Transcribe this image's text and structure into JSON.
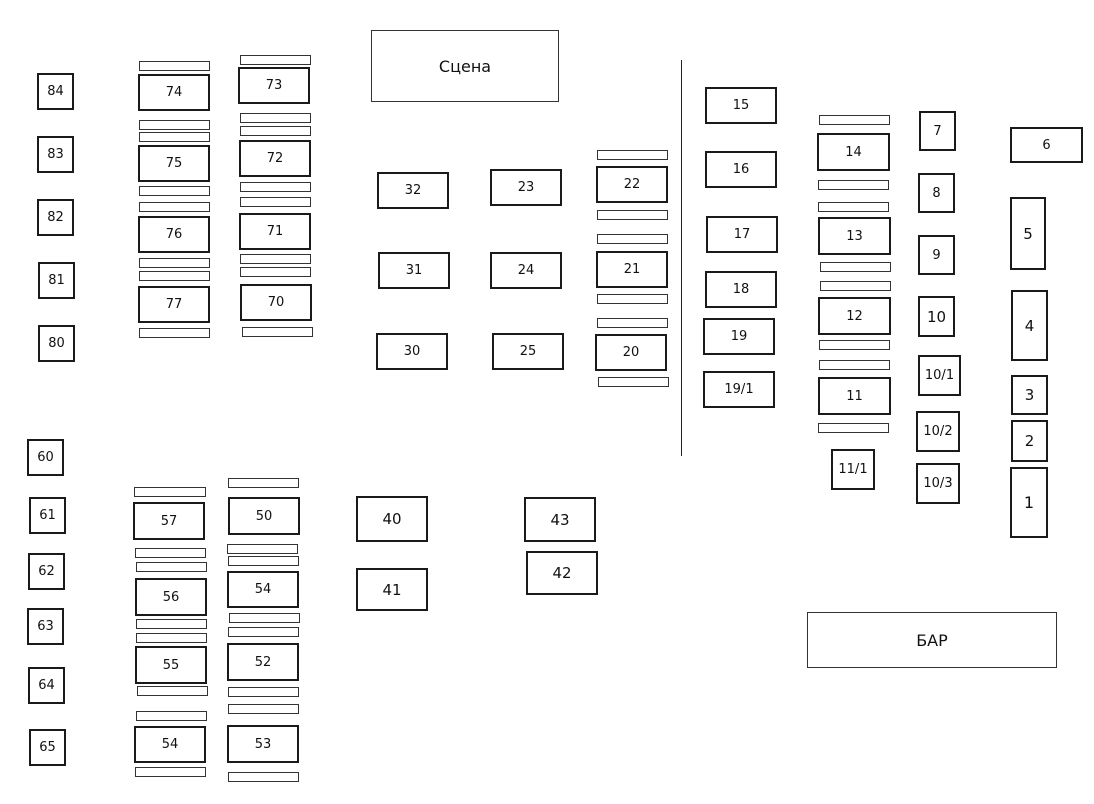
{
  "zones": {
    "stage": "Сцена",
    "bar": "БАР"
  },
  "tables": [
    {
      "id": "t84",
      "label": "84"
    },
    {
      "id": "t83",
      "label": "83"
    },
    {
      "id": "t82",
      "label": "82"
    },
    {
      "id": "t81",
      "label": "81"
    },
    {
      "id": "t80",
      "label": "80"
    },
    {
      "id": "t74",
      "label": "74"
    },
    {
      "id": "t75",
      "label": "75"
    },
    {
      "id": "t76",
      "label": "76"
    },
    {
      "id": "t77",
      "label": "77"
    },
    {
      "id": "t73",
      "label": "73"
    },
    {
      "id": "t72",
      "label": "72"
    },
    {
      "id": "t71",
      "label": "71"
    },
    {
      "id": "t70",
      "label": "70"
    },
    {
      "id": "t32",
      "label": "32"
    },
    {
      "id": "t31",
      "label": "31"
    },
    {
      "id": "t30",
      "label": "30"
    },
    {
      "id": "t23",
      "label": "23"
    },
    {
      "id": "t24",
      "label": "24"
    },
    {
      "id": "t25",
      "label": "25"
    },
    {
      "id": "t22",
      "label": "22"
    },
    {
      "id": "t21",
      "label": "21"
    },
    {
      "id": "t20",
      "label": "20"
    },
    {
      "id": "t15",
      "label": "15"
    },
    {
      "id": "t16",
      "label": "16"
    },
    {
      "id": "t17",
      "label": "17"
    },
    {
      "id": "t18",
      "label": "18"
    },
    {
      "id": "t19",
      "label": "19"
    },
    {
      "id": "t19_1",
      "label": "19/1"
    },
    {
      "id": "t14",
      "label": "14"
    },
    {
      "id": "t13",
      "label": "13"
    },
    {
      "id": "t12",
      "label": "12"
    },
    {
      "id": "t11",
      "label": "11"
    },
    {
      "id": "t11_1",
      "label": "11/1"
    },
    {
      "id": "t7",
      "label": "7"
    },
    {
      "id": "t8",
      "label": "8"
    },
    {
      "id": "t9",
      "label": "9"
    },
    {
      "id": "t10",
      "label": "10"
    },
    {
      "id": "t10_1",
      "label": "10/1"
    },
    {
      "id": "t10_2",
      "label": "10/2"
    },
    {
      "id": "t10_3",
      "label": "10/3"
    },
    {
      "id": "t6",
      "label": "6"
    },
    {
      "id": "t5",
      "label": "5"
    },
    {
      "id": "t4",
      "label": "4"
    },
    {
      "id": "t3",
      "label": "3"
    },
    {
      "id": "t2",
      "label": "2"
    },
    {
      "id": "t1",
      "label": "1"
    },
    {
      "id": "t60",
      "label": "60"
    },
    {
      "id": "t61",
      "label": "61"
    },
    {
      "id": "t62",
      "label": "62"
    },
    {
      "id": "t63",
      "label": "63"
    },
    {
      "id": "t64",
      "label": "64"
    },
    {
      "id": "t65",
      "label": "65"
    },
    {
      "id": "t57",
      "label": "57"
    },
    {
      "id": "t56",
      "label": "56"
    },
    {
      "id": "t55",
      "label": "55"
    },
    {
      "id": "t54a",
      "label": "54"
    },
    {
      "id": "t50",
      "label": "50"
    },
    {
      "id": "t54b",
      "label": "54"
    },
    {
      "id": "t52",
      "label": "52"
    },
    {
      "id": "t53",
      "label": "53"
    },
    {
      "id": "t40",
      "label": "40"
    },
    {
      "id": "t41",
      "label": "41"
    },
    {
      "id": "t43",
      "label": "43"
    },
    {
      "id": "t42",
      "label": "42"
    }
  ]
}
